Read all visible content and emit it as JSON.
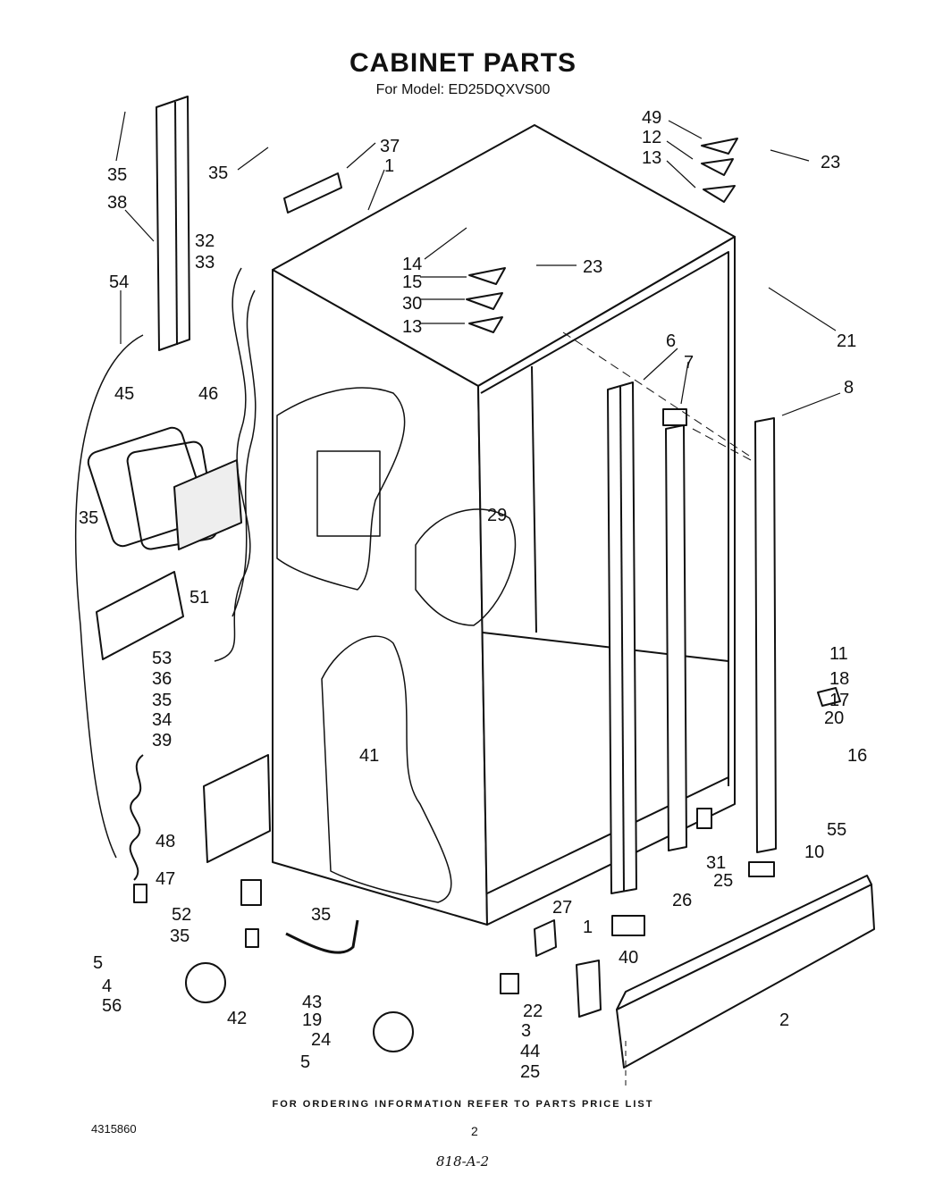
{
  "header": {
    "title": "CABINET PARTS",
    "subtitle": "For Model: ED25DQXVS00"
  },
  "footer": {
    "ordering_note": "FOR ORDERING INFORMATION REFER TO PARTS PRICE LIST",
    "doc_number": "4315860",
    "page_number": "2",
    "handwritten_note": "818-A-2"
  },
  "callouts": [
    "35",
    "38",
    "37",
    "1",
    "35",
    "49",
    "12",
    "13",
    "23",
    "32",
    "33",
    "14",
    "15",
    "30",
    "13",
    "23",
    "54",
    "21",
    "6",
    "7",
    "8",
    "45",
    "46",
    "29",
    "35",
    "51",
    "11",
    "53",
    "18",
    "36",
    "17",
    "35",
    "34",
    "20",
    "39",
    "41",
    "16",
    "48",
    "55",
    "10",
    "47",
    "31",
    "25",
    "27",
    "26",
    "52",
    "35",
    "35",
    "1",
    "40",
    "5",
    "4",
    "56",
    "42",
    "43",
    "19",
    "22",
    "2",
    "24",
    "3",
    "44",
    "5",
    "25"
  ]
}
